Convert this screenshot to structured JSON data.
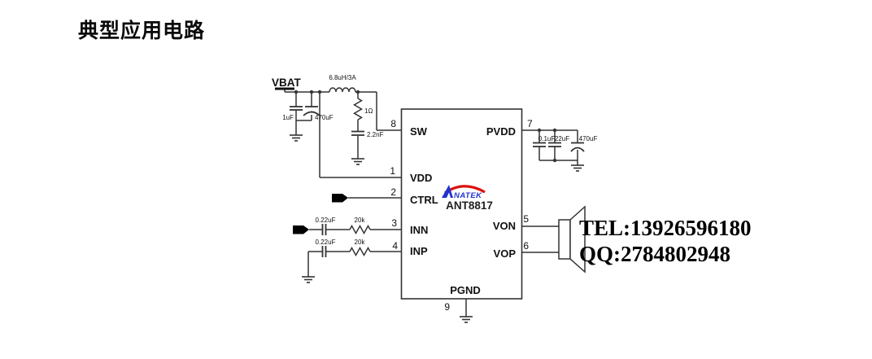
{
  "title": "典型应用电路",
  "schematic": {
    "vbat_label": "VBAT",
    "input_caps": {
      "cap1": "1uF",
      "cap2": "470uF"
    },
    "inductor": "6.8uH/3A",
    "snubber": {
      "resistor": "1Ω",
      "cap": "2.2nF"
    },
    "decoupling_caps": {
      "cap1": "0.1uF",
      "cap2": "22uF",
      "cap3": "470uF"
    },
    "audio_input": {
      "inn_cap": "0.22uF",
      "inn_res": "20k",
      "inp_cap": "0.22uF",
      "inp_res": "20k"
    },
    "ic": {
      "logo": "NATEK",
      "part": "ANT8817",
      "pins": {
        "sw": {
          "num": "8",
          "label": "SW"
        },
        "pvdd": {
          "num": "7",
          "label": "PVDD"
        },
        "vdd": {
          "num": "1",
          "label": "VDD"
        },
        "ctrl": {
          "num": "2",
          "label": "CTRL"
        },
        "inn": {
          "num": "3",
          "label": "INN"
        },
        "inp": {
          "num": "4",
          "label": "INP"
        },
        "von": {
          "num": "5",
          "label": "VON"
        },
        "vop": {
          "num": "6",
          "label": "VOP"
        },
        "pgnd": {
          "num": "9",
          "label": "PGND"
        }
      }
    }
  },
  "contact": {
    "tel": "TEL:13926596180",
    "qq": "QQ:2784802948"
  },
  "colors": {
    "wire": "#333333",
    "logo_blue": "#2233cc",
    "logo_red": "#dd1111"
  }
}
